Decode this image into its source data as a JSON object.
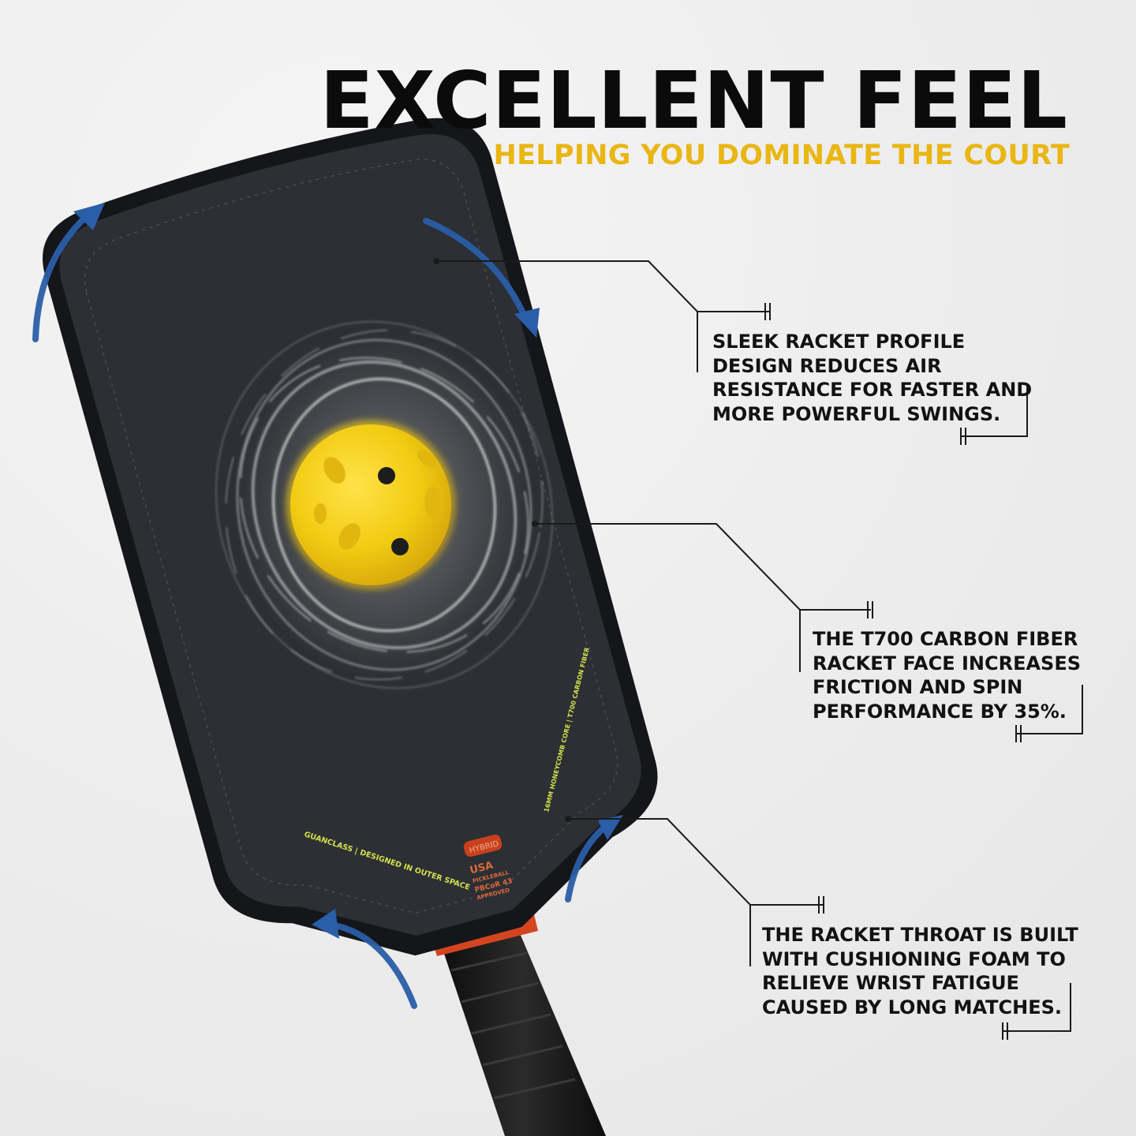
{
  "headline": "EXCELLENT FEEL",
  "subheadline": "HELPING YOU DOMINATE THE COURT",
  "colors": {
    "headline": "#0b0b0b",
    "subheadline": "#e9b614",
    "arrow": "#2a5ea8",
    "ball": "#f2cc12",
    "paddle_face": "#2c2f34",
    "throat_collar": "#d4451f"
  },
  "callouts": [
    {
      "lines": [
        "SLEEK RACKET PROFILE",
        "DESIGN REDUCES AIR",
        "RESISTANCE FOR FASTER AND",
        "MORE POWERFUL SWINGS."
      ]
    },
    {
      "lines": [
        "THE T700 CARBON FIBER",
        "RACKET FACE INCREASES",
        "FRICTION AND SPIN",
        "PERFORMANCE BY 35%."
      ]
    },
    {
      "lines": [
        "THE RACKET THROAT IS BUILT",
        "WITH CUSHIONING FOAM TO",
        "RELIEVE WRIST FATIGUE",
        "CAUSED BY LONG MATCHES."
      ]
    }
  ],
  "paddle_print": {
    "brand_line": "GUANCLASS | DESIGNED IN OUTER SPACE",
    "spec_line": "16MM HONEYCOMB CORE | T700 CARBON FIBER",
    "badge": "HYBRID",
    "cert": [
      "USA",
      "PICKLEBALL",
      "PBCoR 43",
      "APPROVED"
    ]
  },
  "icons": [
    "swing-arrow-icon"
  ]
}
